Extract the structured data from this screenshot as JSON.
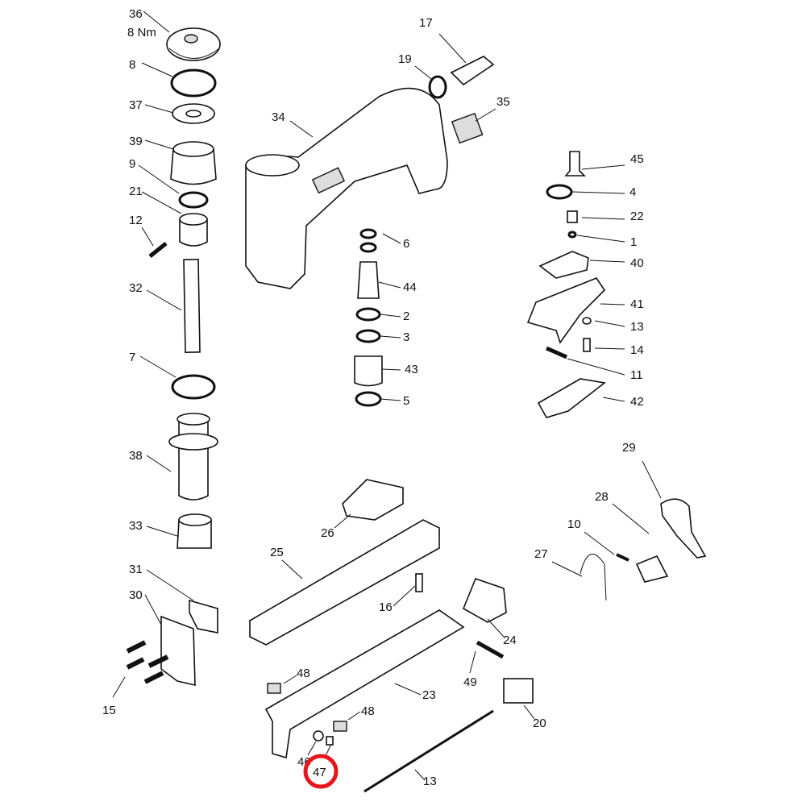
{
  "diagram": {
    "title": "Exploded parts view of pneumatic stapler",
    "torque_note": "8 Nm",
    "highlight_color": "#e8141c",
    "highlighted_part": "47",
    "labels": [
      "36",
      "8",
      "37",
      "39",
      "9",
      "21",
      "12",
      "32",
      "7",
      "38",
      "33",
      "31",
      "30",
      "15",
      "17",
      "19",
      "35",
      "34",
      "6",
      "44",
      "2",
      "3",
      "43",
      "5",
      "45",
      "4",
      "22",
      "1",
      "40",
      "41",
      "13",
      "14",
      "11",
      "42",
      "29",
      "28",
      "10",
      "27",
      "26",
      "25",
      "16",
      "24",
      "49",
      "48",
      "23",
      "48",
      "20",
      "46",
      "47",
      "13"
    ]
  }
}
